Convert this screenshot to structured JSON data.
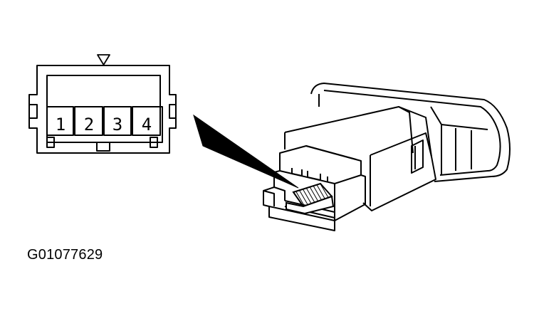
{
  "connector_face": {
    "pins": [
      "1",
      "2",
      "3",
      "4"
    ]
  },
  "figure_id": "G01077629",
  "colors": {
    "ink": "#000000",
    "paper": "#ffffff"
  },
  "icons": [
    "pin-one-marker-icon",
    "pointer-arrow-icon",
    "hatched-terminal-icon"
  ]
}
